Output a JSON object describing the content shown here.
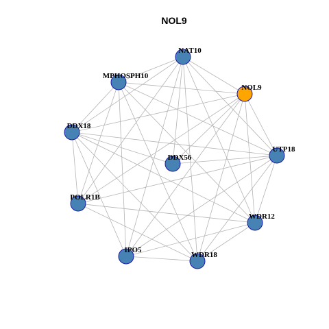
{
  "graph": {
    "title": "NOL9",
    "colors": {
      "node_default": "#4682b4",
      "node_highlight": "#ffa500",
      "node_border": "#1a1aa8",
      "edge": "#b4b4b4"
    },
    "nodes": [
      {
        "id": "NAT10",
        "label": "NAT10",
        "highlight": false
      },
      {
        "id": "MPHOSPH10",
        "label": "MPHOSPH10",
        "highlight": false
      },
      {
        "id": "NOL9",
        "label": "NOL9",
        "highlight": true
      },
      {
        "id": "DDX18",
        "label": "DDX18",
        "highlight": false
      },
      {
        "id": "UTP18",
        "label": "UTP18",
        "highlight": false
      },
      {
        "id": "DDX56",
        "label": "DDX56",
        "highlight": false
      },
      {
        "id": "POLR1B",
        "label": "POLR1B",
        "highlight": false
      },
      {
        "id": "WDR12",
        "label": "WDR12",
        "highlight": false
      },
      {
        "id": "IPO5",
        "label": "IPO5",
        "highlight": false
      },
      {
        "id": "WDR18",
        "label": "WDR18",
        "highlight": false
      }
    ],
    "edges": [
      [
        "NAT10",
        "MPHOSPH10"
      ],
      [
        "NAT10",
        "NOL9"
      ],
      [
        "NAT10",
        "DDX18"
      ],
      [
        "NAT10",
        "UTP18"
      ],
      [
        "NAT10",
        "DDX56"
      ],
      [
        "NAT10",
        "POLR1B"
      ],
      [
        "NAT10",
        "WDR12"
      ],
      [
        "NAT10",
        "IPO5"
      ],
      [
        "NAT10",
        "WDR18"
      ],
      [
        "MPHOSPH10",
        "NOL9"
      ],
      [
        "MPHOSPH10",
        "DDX18"
      ],
      [
        "MPHOSPH10",
        "UTP18"
      ],
      [
        "MPHOSPH10",
        "POLR1B"
      ],
      [
        "MPHOSPH10",
        "WDR12"
      ],
      [
        "MPHOSPH10",
        "IPO5"
      ],
      [
        "MPHOSPH10",
        "WDR18"
      ],
      [
        "NOL9",
        "DDX18"
      ],
      [
        "NOL9",
        "UTP18"
      ],
      [
        "NOL9",
        "DDX56"
      ],
      [
        "NOL9",
        "POLR1B"
      ],
      [
        "NOL9",
        "WDR12"
      ],
      [
        "NOL9",
        "IPO5"
      ],
      [
        "NOL9",
        "WDR18"
      ],
      [
        "DDX18",
        "UTP18"
      ],
      [
        "DDX18",
        "DDX56"
      ],
      [
        "DDX18",
        "POLR1B"
      ],
      [
        "DDX18",
        "WDR12"
      ],
      [
        "DDX18",
        "IPO5"
      ],
      [
        "DDX18",
        "WDR18"
      ],
      [
        "UTP18",
        "DDX56"
      ],
      [
        "UTP18",
        "POLR1B"
      ],
      [
        "UTP18",
        "WDR12"
      ],
      [
        "UTP18",
        "IPO5"
      ],
      [
        "UTP18",
        "WDR18"
      ],
      [
        "POLR1B",
        "WDR12"
      ],
      [
        "POLR1B",
        "WDR18"
      ],
      [
        "WDR12",
        "WDR18"
      ],
      [
        "WDR12",
        "IPO5"
      ],
      [
        "IPO5",
        "WDR18"
      ]
    ]
  }
}
